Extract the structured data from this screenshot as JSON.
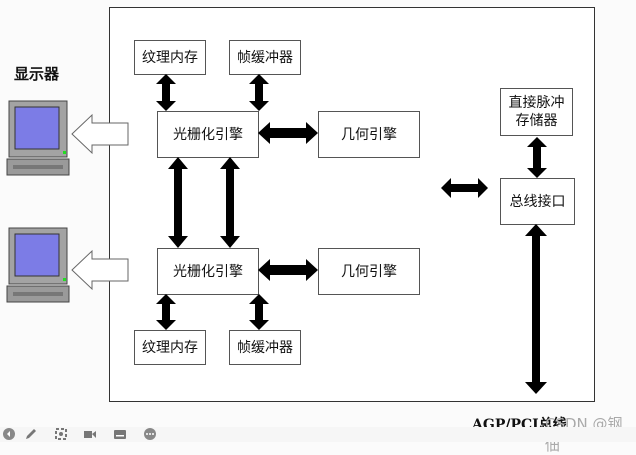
{
  "labels": {
    "display": "显示器",
    "tex1": "纹理内存",
    "fb1": "帧缓冲器",
    "rast1": "光栅化引擎",
    "geo1": "几何引擎",
    "tex2": "纹理内存",
    "fb2": "帧缓冲器",
    "rast2": "光栅化引擎",
    "geo2": "几何引擎",
    "dpm": "直接脉冲存储器",
    "bus": "总线接口",
    "agp": "AGP/PCI总线",
    "watermark": "CSDN @钢佃"
  },
  "colors": {
    "arrow": "#000000",
    "monitor_screen": "#7c7ce6",
    "monitor_body": "#8f8f8f"
  },
  "toolbar_icons": [
    "back-icon",
    "pen-icon",
    "screenshot-icon",
    "video-icon",
    "subtitle-icon",
    "more-icon"
  ]
}
